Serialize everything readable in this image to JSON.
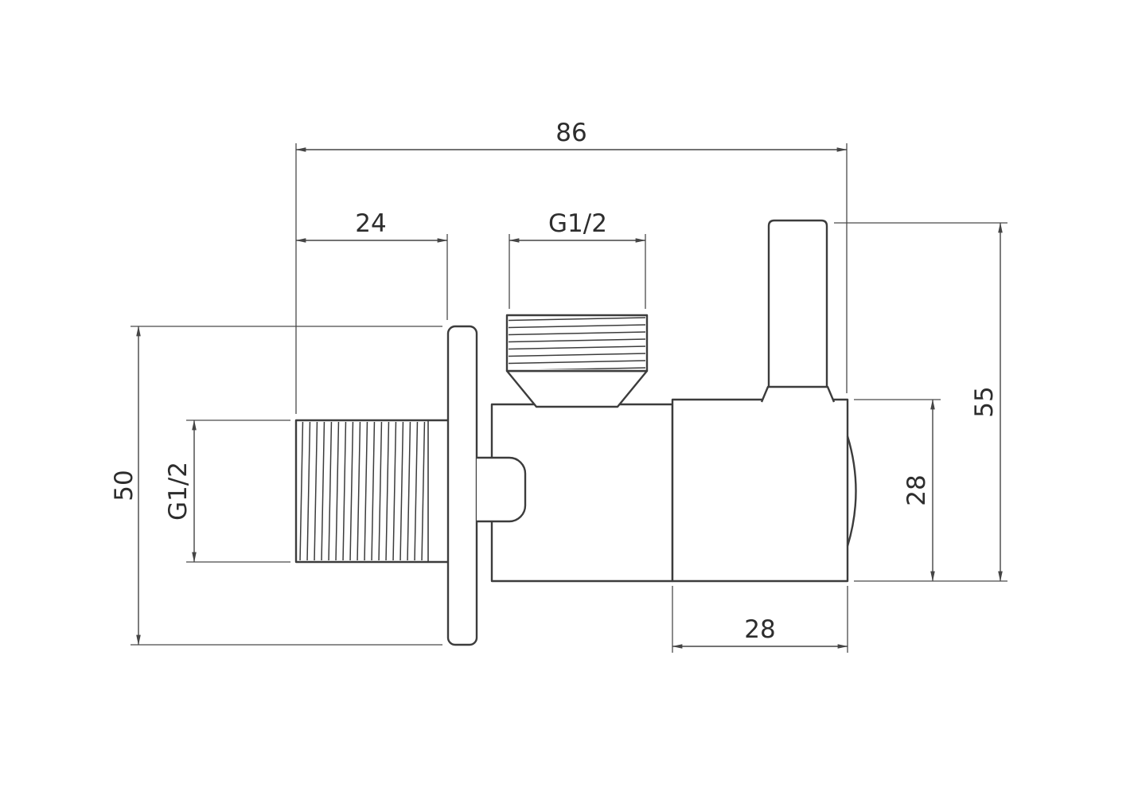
{
  "drawing": {
    "background_color": "#ffffff",
    "line_color": "#3c3c3c",
    "dimension_color": "#454545",
    "dimensions": {
      "overall_width": "86",
      "inlet_protrusion": "24",
      "outlet_thread": "G1/2",
      "flange_height": "50",
      "inlet_thread": "G1/2",
      "overall_height": "55",
      "body_height": "28",
      "body_width": "28"
    }
  }
}
